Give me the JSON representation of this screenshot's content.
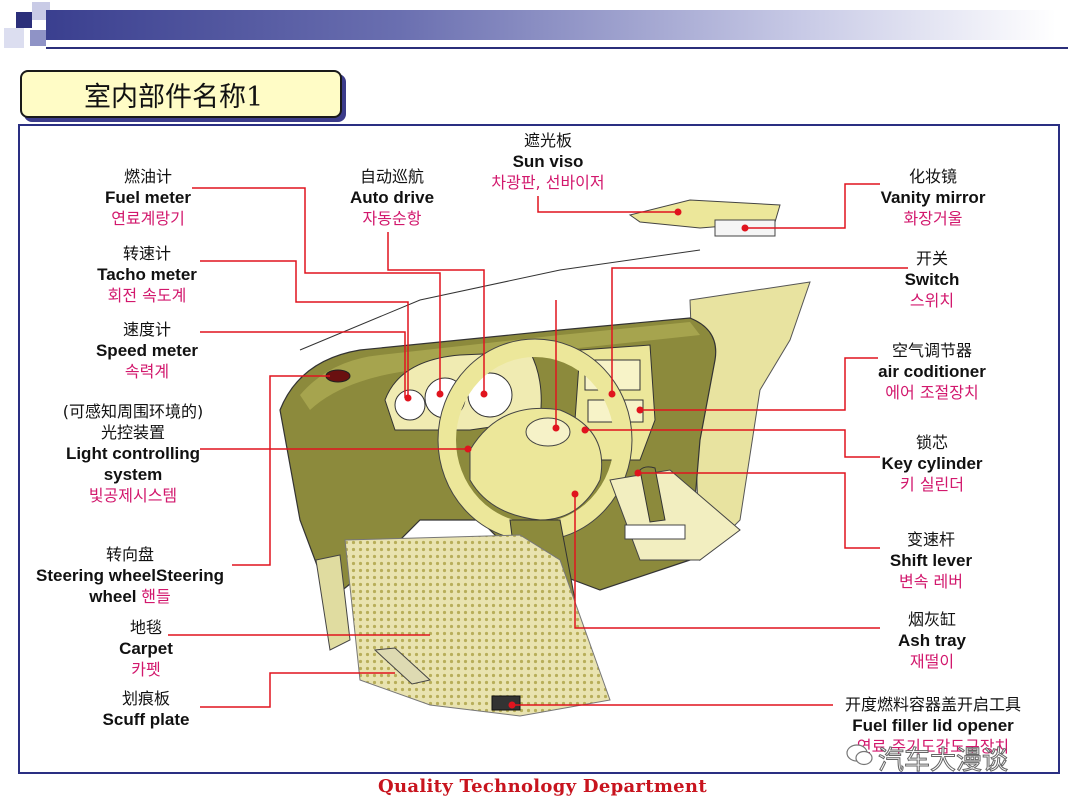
{
  "title": "室内部件名称1",
  "footer": "Quality Technology Department",
  "watermark": "汽车大漫谈",
  "left_labels": [
    {
      "cn": "燃油计",
      "en": "Fuel meter",
      "ko": "연료계랑기"
    },
    {
      "cn": "转速计",
      "en": "Tacho meter",
      "ko": "회전 속도계"
    },
    {
      "cn": "速度计",
      "en": "Speed meter",
      "ko": "속력계"
    },
    {
      "cn": "(可感知周围环境的)",
      "cn2": "光控装置",
      "en": "Light controlling",
      "en2": "system",
      "ko": "빛공제시스템"
    },
    {
      "cn": "转向盘",
      "en": "Steering wheelSteering",
      "en2": "wheel",
      "ko_inline": "핸들"
    },
    {
      "cn": "地毯",
      "en": "Carpet",
      "ko": "카펫"
    },
    {
      "cn": "划痕板",
      "en": "Scuff plate"
    }
  ],
  "top_labels": [
    {
      "cn": "自动巡航",
      "en": "Auto drive",
      "ko": "자동순항"
    },
    {
      "cn": "遮光板",
      "en": "Sun viso",
      "ko": "차광판, 선바이저"
    }
  ],
  "right_labels": [
    {
      "cn": "化妆镜",
      "en": "Vanity mirror",
      "ko": "화장거울"
    },
    {
      "cn": "开关",
      "en": "Switch",
      "ko": "스위치"
    },
    {
      "cn": "空气调节器",
      "en": "air coditioner",
      "ko": "에어 조절장치"
    },
    {
      "cn": "锁芯",
      "en": "Key cylinder",
      "ko": "키 실린더"
    },
    {
      "cn": "变速杆",
      "en": "Shift lever",
      "ko": "변속 레버"
    },
    {
      "cn": "烟灰缸",
      "en": "Ash tray",
      "ko": "재떨이"
    },
    {
      "cn": "开度燃料容器盖开启工具",
      "en": "Fuel filler lid opener",
      "ko": "연료 주기도감도구장치"
    }
  ],
  "colors": {
    "leader_line": "#e0141e",
    "korean_text": "#d2186d",
    "dash_fill": "#8c8a3c",
    "wheel_fill": "#ece79a",
    "frame": "#2a2f82",
    "title_bg": "#fffcc6"
  }
}
